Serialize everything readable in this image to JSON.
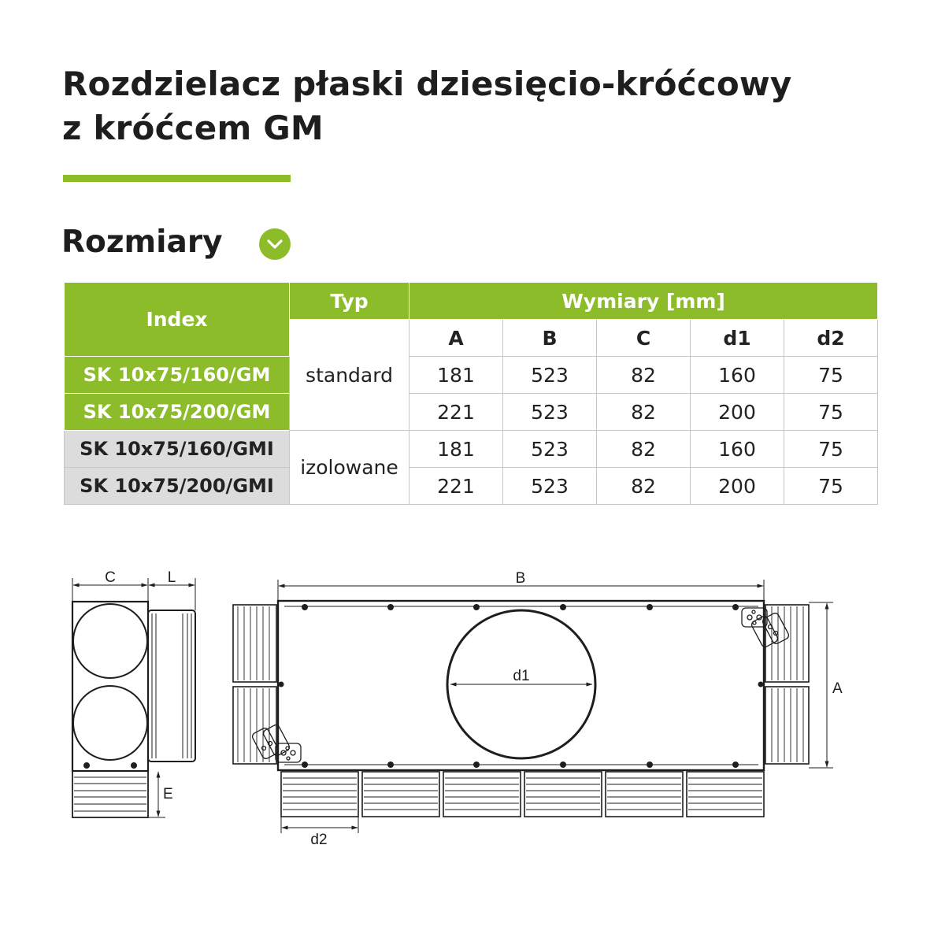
{
  "title": {
    "line1": "Rozdzielacz płaski dziesięcio-króćcowy",
    "line2": "z króćcem GM"
  },
  "section": {
    "heading": "Rozmiary",
    "icon": "chevron-down-icon"
  },
  "colors": {
    "accent": "#8cbc2a",
    "muted_row": "#dcdcdc",
    "grid": "#c6c6c6"
  },
  "table": {
    "header": {
      "index": "Index",
      "type": "Typ",
      "dimensions": "Wymiary [mm]"
    },
    "columns": [
      "A",
      "B",
      "C",
      "d1",
      "d2"
    ],
    "groups": [
      {
        "type": "standard",
        "rows": [
          {
            "index": "SK 10x75/160/GM",
            "values": [
              "181",
              "523",
              "82",
              "160",
              "75"
            ]
          },
          {
            "index": "SK 10x75/200/GM",
            "values": [
              "221",
              "523",
              "82",
              "200",
              "75"
            ]
          }
        ]
      },
      {
        "type": "izolowane",
        "rows": [
          {
            "index": "SK 10x75/160/GMI",
            "values": [
              "181",
              "523",
              "82",
              "160",
              "75"
            ]
          },
          {
            "index": "SK 10x75/200/GMI",
            "values": [
              "221",
              "523",
              "82",
              "200",
              "75"
            ]
          }
        ]
      }
    ]
  },
  "drawing": {
    "labels": {
      "C": "C",
      "L": "L",
      "E": "E",
      "B": "B",
      "A": "A",
      "d1": "d1",
      "d2": "d2"
    }
  }
}
